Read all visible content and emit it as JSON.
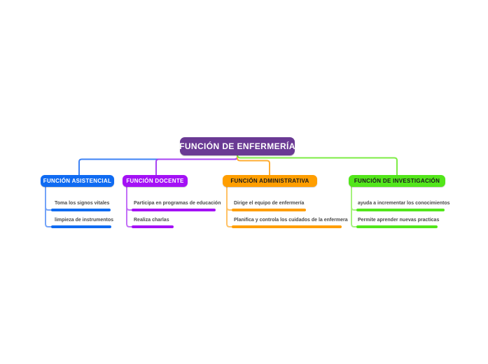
{
  "title": "FUNCIÓN DE ENFERMERÍA",
  "child_text_color": "#4a4a4a",
  "root": {
    "label": "FUNCIÓN DE ENFERMERÍA",
    "bg": "#6a3a94",
    "text_color": "#ffffff"
  },
  "branches": [
    {
      "label": "FUNCIÓN ASISTENCIAL",
      "color": "#0f6bf2",
      "line_color": "#3d82f5",
      "child_line_color": "#73a3f8",
      "label_color": "#ffffff",
      "children": [
        {
          "label": "Toma los signos vitales"
        },
        {
          "label": "limpieza de instrumentos"
        }
      ]
    },
    {
      "label": "FUNCIÓN DOCENTE",
      "color": "#a411f5",
      "line_color": "#a743f3",
      "child_line_color": "#c36ff7",
      "label_color": "#ffffff",
      "children": [
        {
          "label": "Participa en programas de educación"
        },
        {
          "label": "Realiza charlas"
        }
      ]
    },
    {
      "label": "FUNCIÓN ADMINISTRATIVA",
      "color": "#ff9e00",
      "line_color": "#ffad33",
      "child_line_color": "#ffc266",
      "label_color": "#1a1a1a",
      "children": [
        {
          "label": "Dirige el equipo de enfermería"
        },
        {
          "label": "Planifica y controla los cuidados de la enfermera"
        }
      ]
    },
    {
      "label": "FUNCIÓN DE INVESTIGACIÓN",
      "color": "#52e61a",
      "line_color": "#7dec45",
      "child_line_color": "#a5f27d",
      "label_color": "#1a1a1a",
      "children": [
        {
          "label": "ayuda a incrementar los conocimientos"
        },
        {
          "label": "Permite aprender nuevas practicas"
        }
      ]
    }
  ]
}
